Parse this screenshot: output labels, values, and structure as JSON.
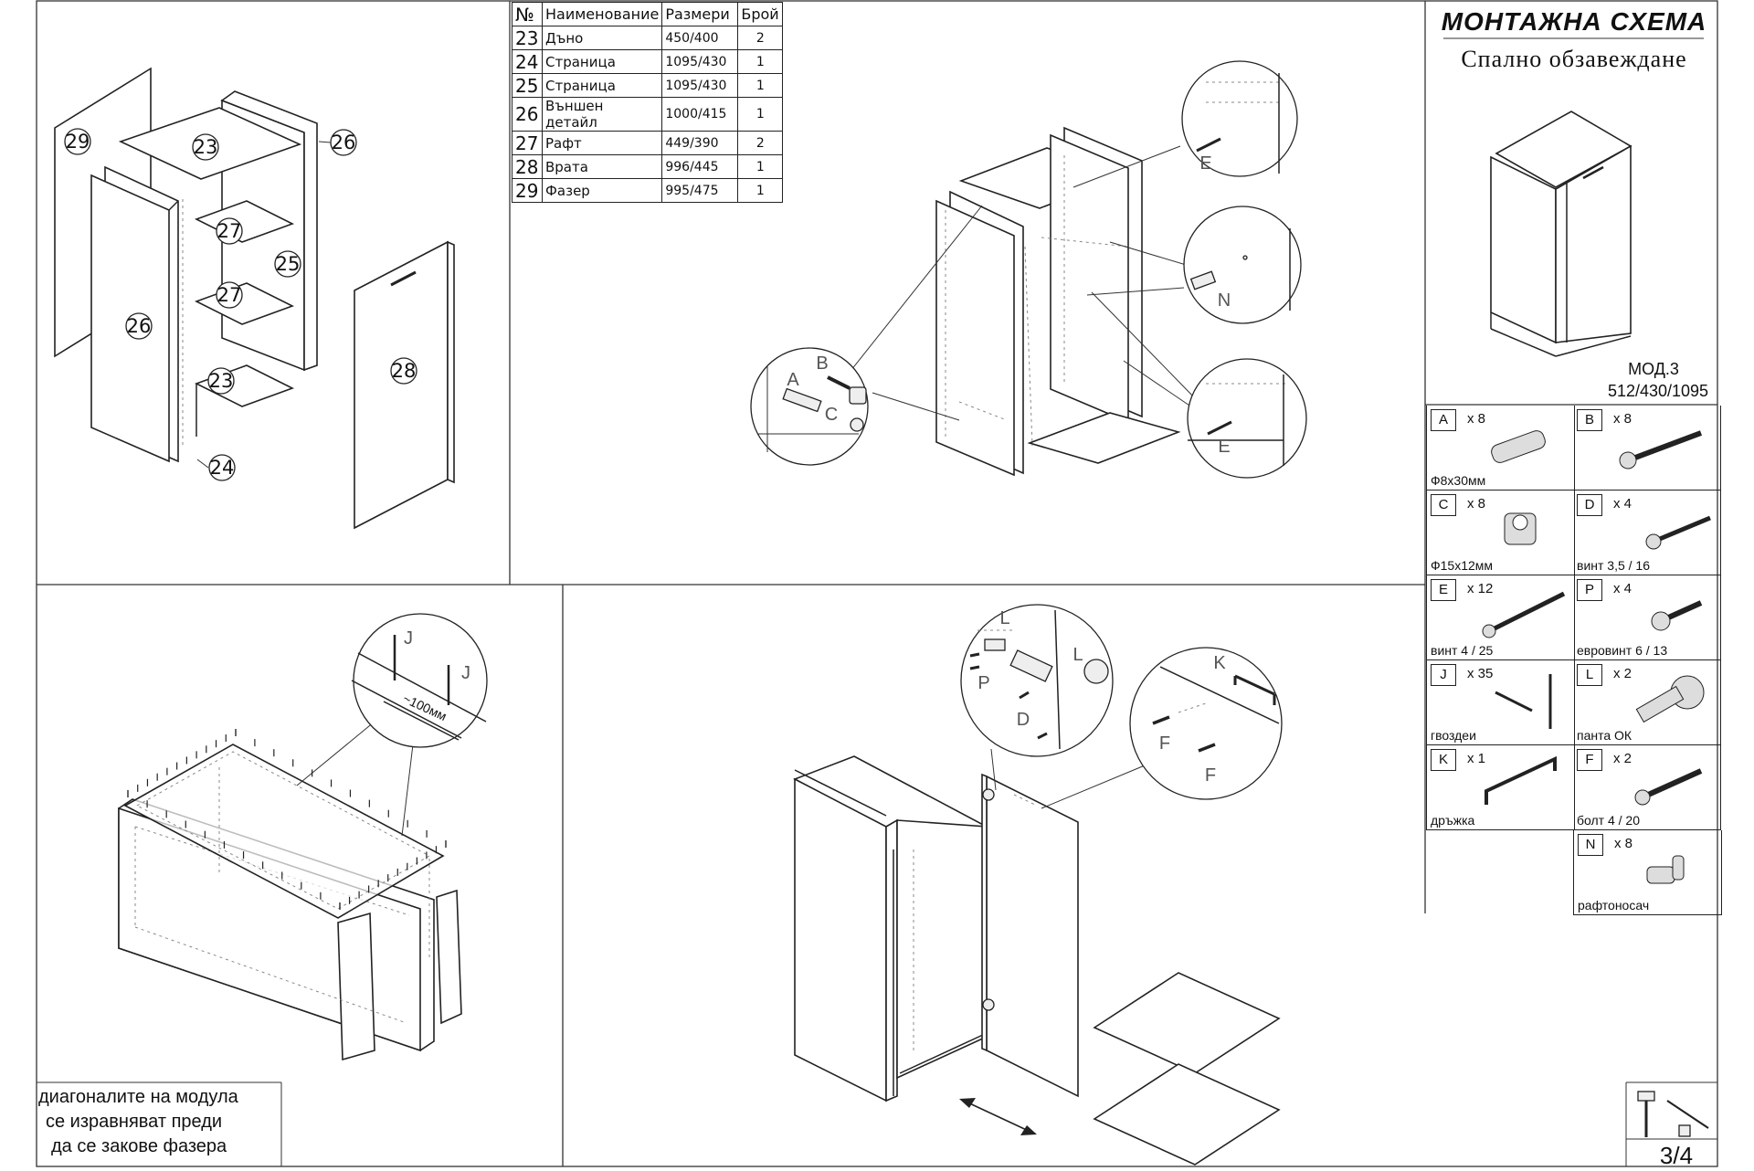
{
  "title": {
    "main": "МОНТАЖНА СХЕМА",
    "subtitle": "Спално обзавеждане"
  },
  "model": {
    "code": "МОД.3",
    "dimensions": "512/430/1095"
  },
  "parts_table": {
    "headers": [
      "№",
      "Наименование",
      "Размери",
      "Брой"
    ],
    "rows": [
      {
        "no": "23",
        "name": "Дъно",
        "size": "450/400",
        "qty": "2"
      },
      {
        "no": "24",
        "name": "Страница",
        "size": "1095/430",
        "qty": "1"
      },
      {
        "no": "25",
        "name": "Страница",
        "size": "1095/430",
        "qty": "1"
      },
      {
        "no": "26",
        "name": "Външен детайл",
        "size": "1000/415",
        "qty": "1"
      },
      {
        "no": "27",
        "name": "Рафт",
        "size": "449/390",
        "qty": "2"
      },
      {
        "no": "28",
        "name": "Врата",
        "size": "996/445",
        "qty": "1"
      },
      {
        "no": "29",
        "name": "Фазер",
        "size": "995/475",
        "qty": "1"
      }
    ]
  },
  "exploded_labels": {
    "p29": "29",
    "p23a": "23",
    "p26r": "26",
    "p27a": "27",
    "p25": "25",
    "p27b": "27",
    "p26": "26",
    "p28": "28",
    "p23b": "23",
    "p24": "24"
  },
  "detail_letters": {
    "a": "A",
    "b": "B",
    "c": "C",
    "e1": "E",
    "n": "N",
    "e2": "E",
    "j1": "J",
    "j2": "J",
    "l1": "L",
    "l2": "L",
    "p": "P",
    "d": "D",
    "k": "K",
    "f1": "F",
    "f2": "F"
  },
  "nail_spacing": "~100мм",
  "hardware": [
    {
      "letter": "A",
      "qty": "x 8",
      "desc": "Ф8х30мм",
      "icon": "dowel-icon"
    },
    {
      "letter": "B",
      "qty": "x 8",
      "desc": "",
      "icon": "cam-bolt-icon"
    },
    {
      "letter": "C",
      "qty": "x 8",
      "desc": "Ф15х12мм",
      "icon": "cam-lock-icon"
    },
    {
      "letter": "D",
      "qty": "x 4",
      "desc": "винт 3,5 / 16",
      "icon": "short-screw-icon"
    },
    {
      "letter": "E",
      "qty": "x 12",
      "desc": "винт 4 / 25",
      "icon": "long-screw-icon"
    },
    {
      "letter": "P",
      "qty": "x 4",
      "desc": "евровинт 6 / 13",
      "icon": "euro-screw-icon"
    },
    {
      "letter": "J",
      "qty": "x 35",
      "desc": "гвоздеи",
      "icon": "nail-icon"
    },
    {
      "letter": "L",
      "qty": "x 2",
      "desc": "панта ОК",
      "icon": "hinge-icon"
    },
    {
      "letter": "K",
      "qty": "x 1",
      "desc": "дръжка",
      "icon": "handle-icon"
    },
    {
      "letter": "F",
      "qty": "x 2",
      "desc": "болт 4 / 20",
      "icon": "bolt-icon"
    },
    {
      "letter": "N",
      "qty": "x 8",
      "desc": "рафтоносач",
      "icon": "shelf-pin-icon"
    }
  ],
  "note": {
    "line1": "диагоналите на модула",
    "line2": "се изравняват преди",
    "line3": "да се закове фазера"
  },
  "page": "3/4"
}
